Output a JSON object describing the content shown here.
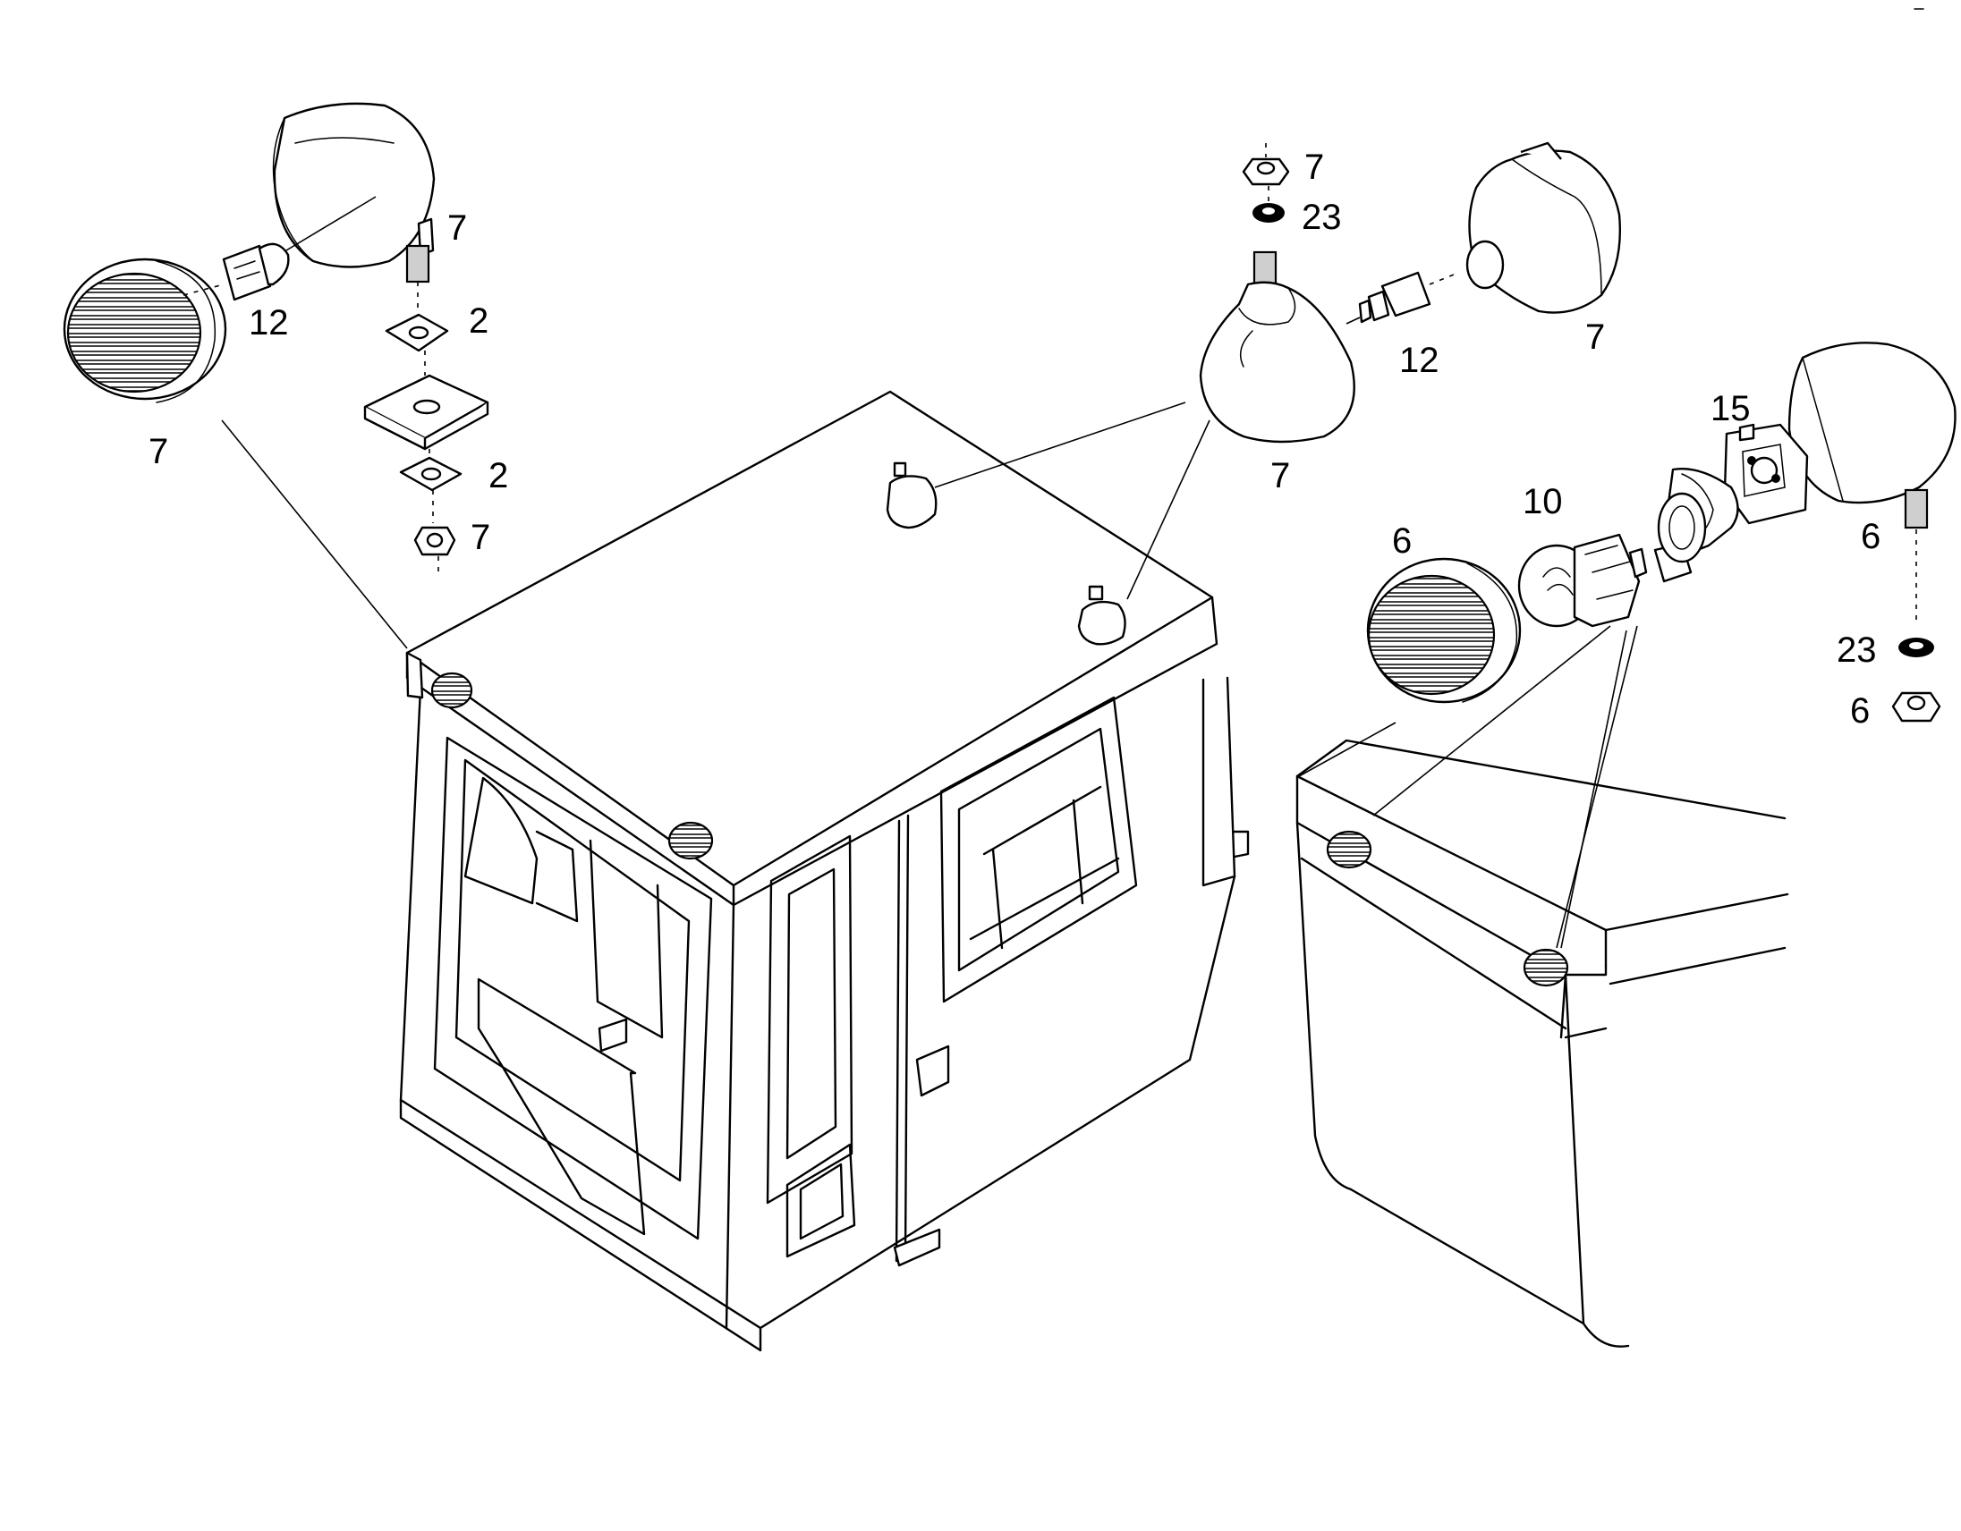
{
  "callouts": [
    {
      "id": "c1",
      "text": "7"
    },
    {
      "id": "c2",
      "text": "12"
    },
    {
      "id": "c3",
      "text": "7"
    },
    {
      "id": "c4",
      "text": "2"
    },
    {
      "id": "c5",
      "text": "2"
    },
    {
      "id": "c6",
      "text": "7"
    },
    {
      "id": "c7",
      "text": "7"
    },
    {
      "id": "c8",
      "text": "23"
    },
    {
      "id": "c9",
      "text": "12"
    },
    {
      "id": "c10",
      "text": "7"
    },
    {
      "id": "c11",
      "text": "7"
    },
    {
      "id": "c12",
      "text": "15"
    },
    {
      "id": "c13",
      "text": "10"
    },
    {
      "id": "c14",
      "text": "6"
    },
    {
      "id": "c15",
      "text": "6"
    },
    {
      "id": "c16",
      "text": "23"
    },
    {
      "id": "c17",
      "text": "6"
    }
  ]
}
